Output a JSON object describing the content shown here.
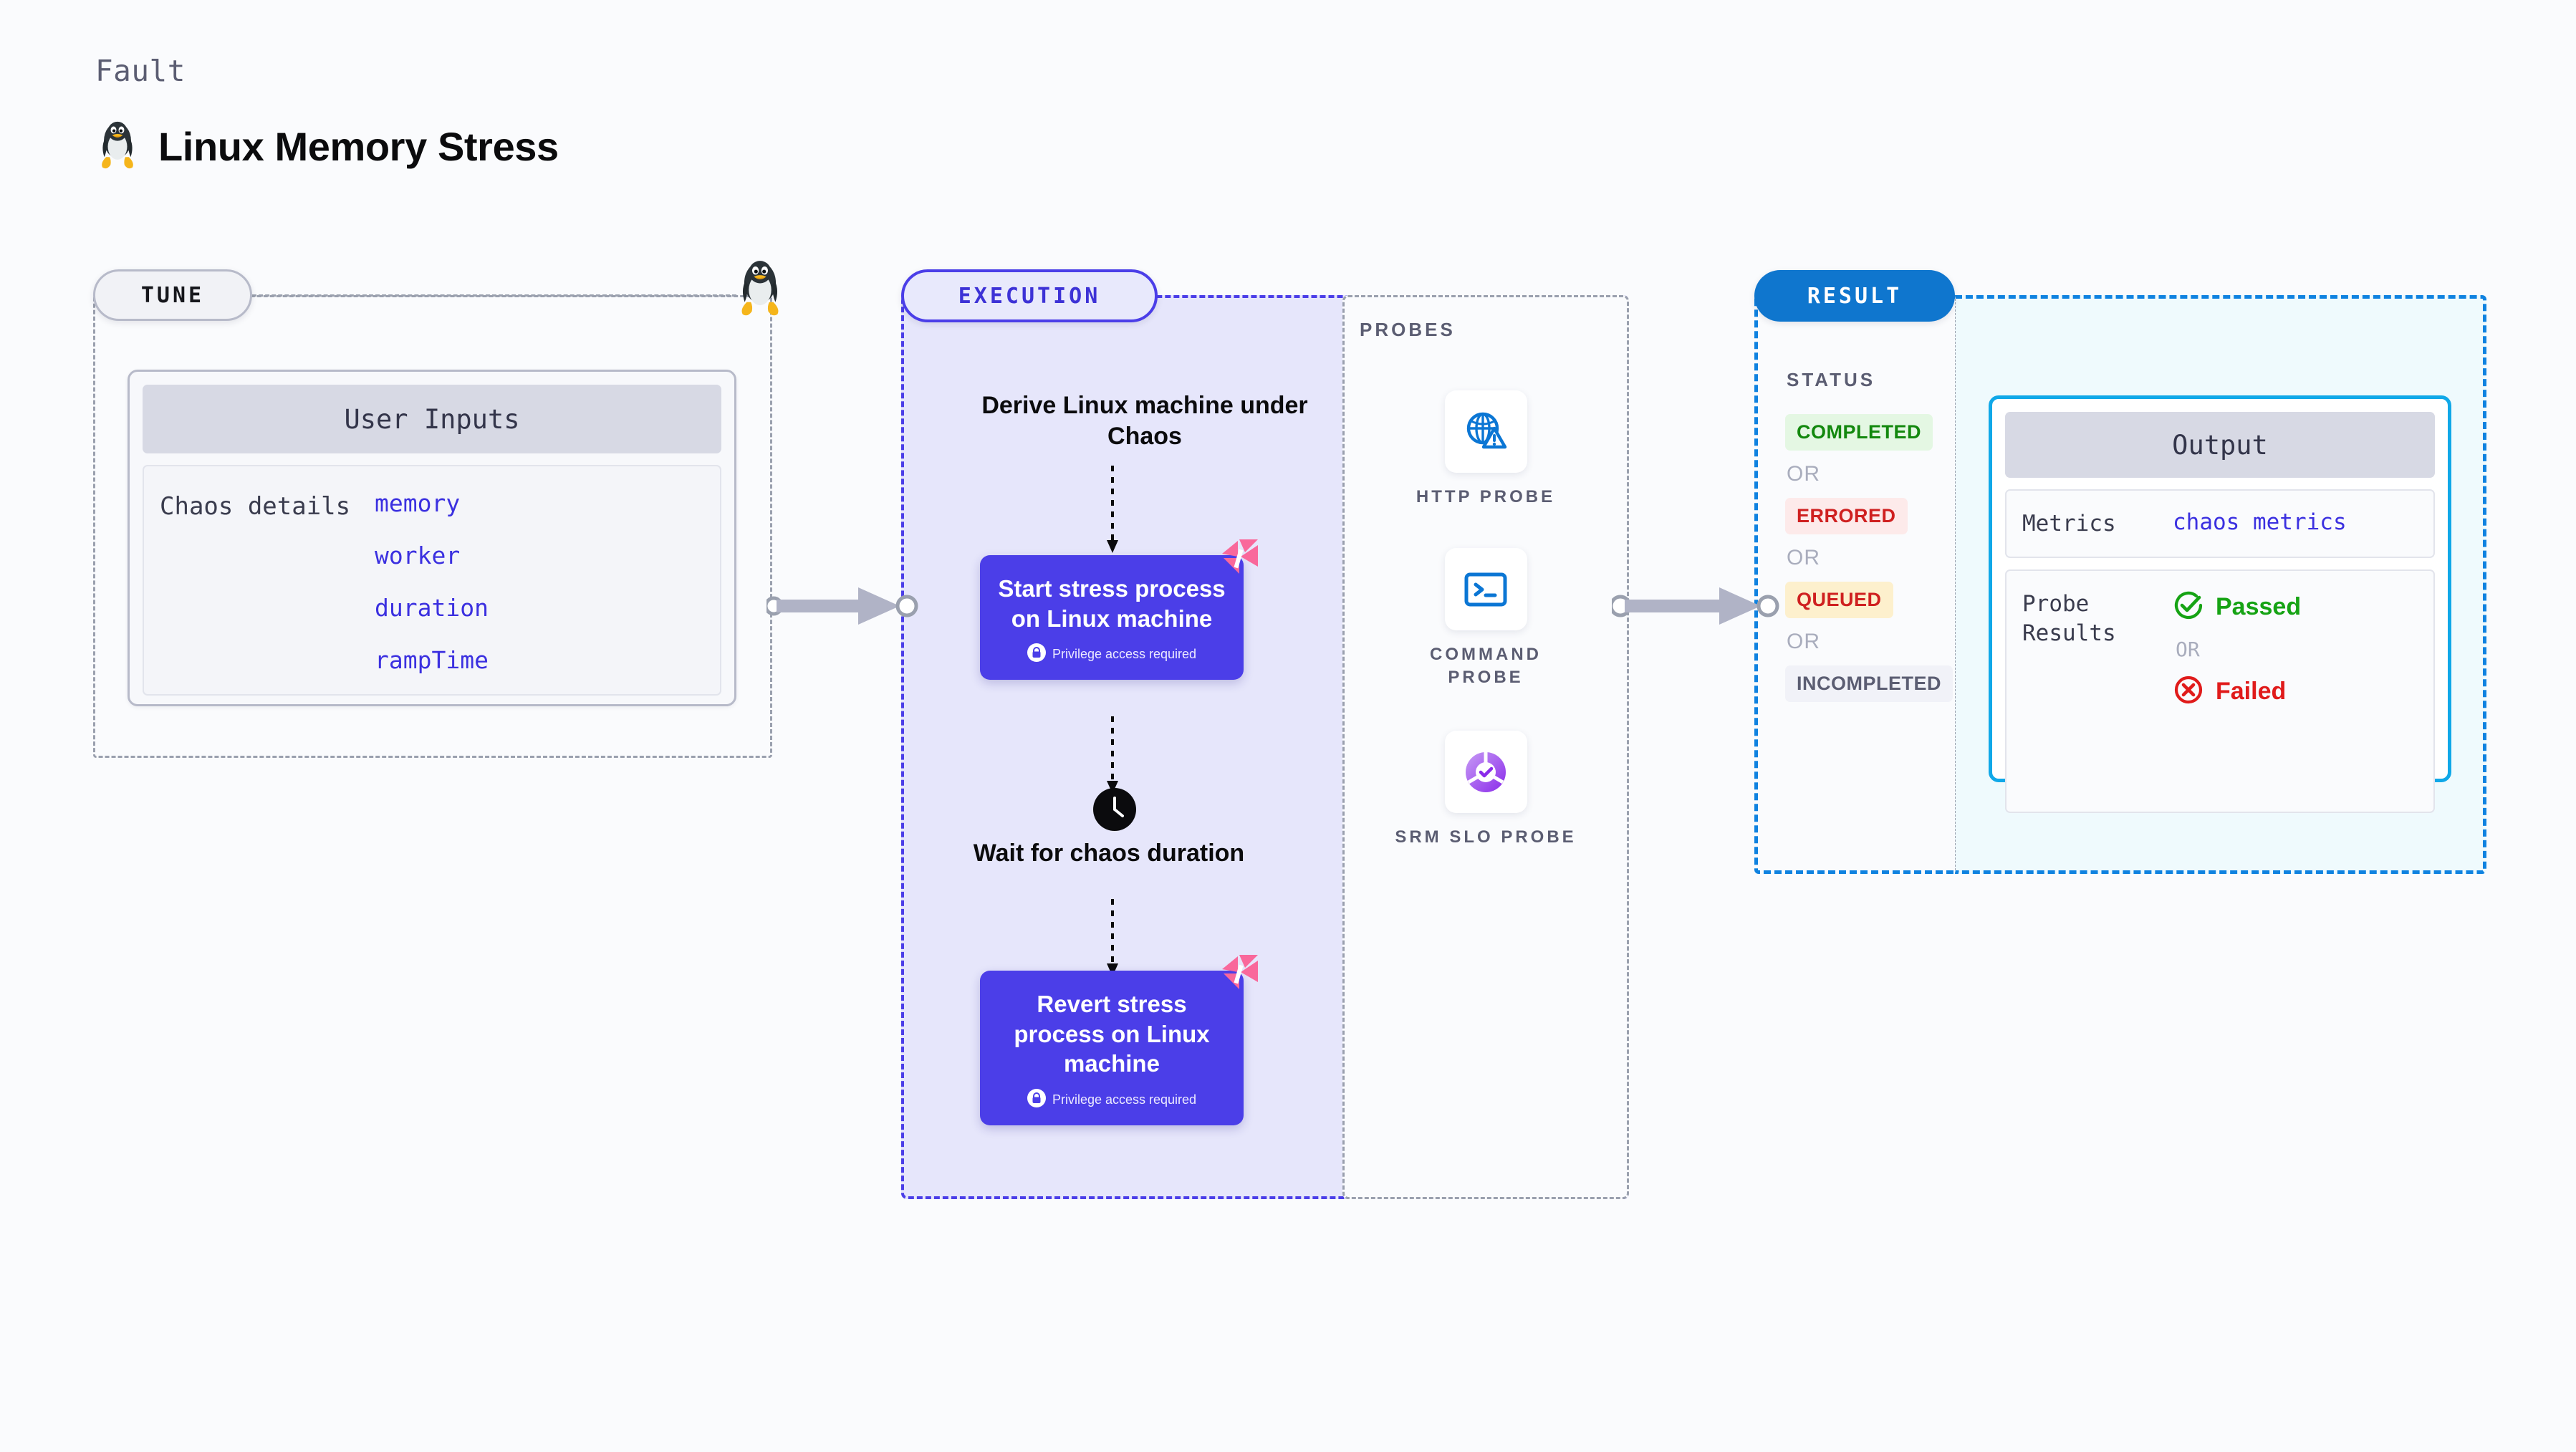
{
  "header": {
    "eyebrow": "Fault",
    "title": "Linux Memory Stress",
    "icon": "linux-tux-icon"
  },
  "tune": {
    "chip_label": "TUNE",
    "icon": "linux-tux-icon",
    "card": {
      "title": "User Inputs",
      "row_label": "Chaos details",
      "values": [
        "memory",
        "worker",
        "duration",
        "rampTime"
      ]
    }
  },
  "execution": {
    "chip_label": "EXECUTION",
    "derive_label": "Derive Linux machine under Chaos",
    "start_node": {
      "title": "Start stress process on Linux machine",
      "privilege_note": "Privilege access required",
      "lock_icon": "lock-icon",
      "badge_icon": "harness-chaos-badge-icon"
    },
    "wait_label": "Wait for chaos duration",
    "clock_icon": "clock-icon",
    "revert_node": {
      "title": "Revert stress process on Linux machine",
      "privilege_note": "Privilege access required",
      "lock_icon": "lock-icon",
      "badge_icon": "harness-chaos-badge-icon"
    }
  },
  "probes": {
    "section_label": "PROBES",
    "items": [
      {
        "name": "HTTP PROBE",
        "icon": "globe-warning-icon"
      },
      {
        "name": "COMMAND PROBE",
        "icon": "terminal-icon"
      },
      {
        "name": "SRM SLO PROBE",
        "icon": "slo-donut-check-icon"
      }
    ]
  },
  "result": {
    "chip_label": "RESULT",
    "status_label": "STATUS",
    "or_label": "OR",
    "statuses": [
      {
        "label": "COMPLETED",
        "kind": "completed"
      },
      {
        "label": "ERRORED",
        "kind": "errored"
      },
      {
        "label": "QUEUED",
        "kind": "queued"
      },
      {
        "label": "INCOMPLETED",
        "kind": "incompleted"
      }
    ],
    "output": {
      "title": "Output",
      "metrics_key": "Metrics",
      "metrics_value": "chaos metrics",
      "probe_key": "Probe Results",
      "passed_label": "Passed",
      "failed_label": "Failed",
      "or_label": "OR",
      "passed_icon": "check-circle-icon",
      "failed_icon": "x-circle-icon"
    }
  },
  "colors": {
    "canvas_bg": "#fafbfd",
    "execution_purple": "#4b3ee8",
    "execution_bg": "#e6e6fb",
    "result_blue": "#0f76ce",
    "result_border": "#0f82e0",
    "output_border": "#10a8e8",
    "output_bg": "#effafd",
    "accent_pink": "#f9689b",
    "mono_value": "#3b30e0",
    "status_completed": "#13880e",
    "status_errored": "#cf2020",
    "status_queued": "#cf2020",
    "status_incompleted": "#5b5d72",
    "passed_green": "#16a314",
    "failed_red": "#e01b1b"
  }
}
